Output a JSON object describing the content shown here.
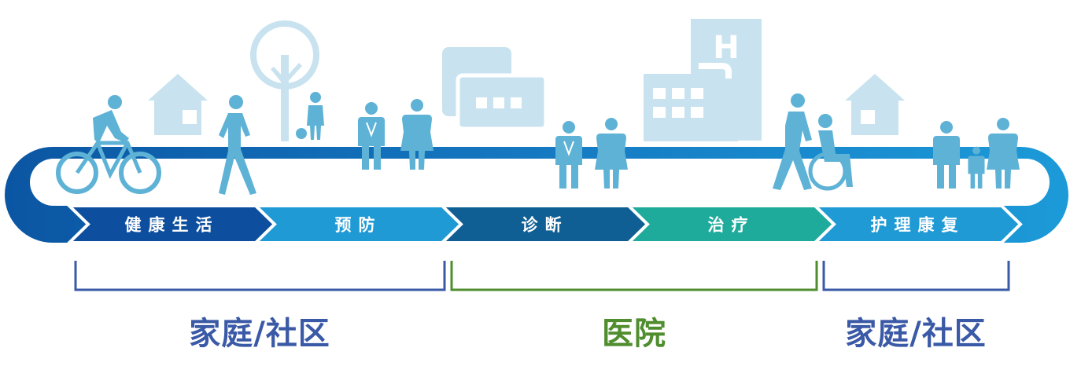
{
  "colors": {
    "track_dark": "#0d5ca6",
    "track_light": "#1a93d3",
    "icon_fill": "#5eb2d6",
    "background_icon_fill": "#c8e3ef",
    "bracket_blue": "#3a59a6",
    "bracket_green": "#4f8d2e",
    "label_blue": "#3a59a6",
    "label_green": "#4f8d2e"
  },
  "stages": [
    {
      "label": "健康生活",
      "color": "#0d4f9e"
    },
    {
      "label": "预防",
      "color": "#1f9ad5"
    },
    {
      "label": "诊断",
      "color": "#0f5f95"
    },
    {
      "label": "治疗",
      "color": "#1eab9c"
    },
    {
      "label": "护理康复",
      "color": "#1f9ad5"
    }
  ],
  "groups": [
    {
      "label": "家庭/社区",
      "color": "#3a59a6"
    },
    {
      "label": "医院",
      "color": "#4f8d2e"
    },
    {
      "label": "家庭/社区",
      "color": "#3a59a6"
    }
  ],
  "icons": [
    "cyclist-icon",
    "house-icon",
    "walking-person-icon",
    "tree-icon",
    "child-with-ball-icon",
    "doctor-icon",
    "nurse-icon",
    "clinic-building-icon",
    "doctor-icon",
    "nurse-icon",
    "hospital-icon",
    "caregiver-with-wheelchair-icon",
    "house-icon",
    "family-icon"
  ]
}
